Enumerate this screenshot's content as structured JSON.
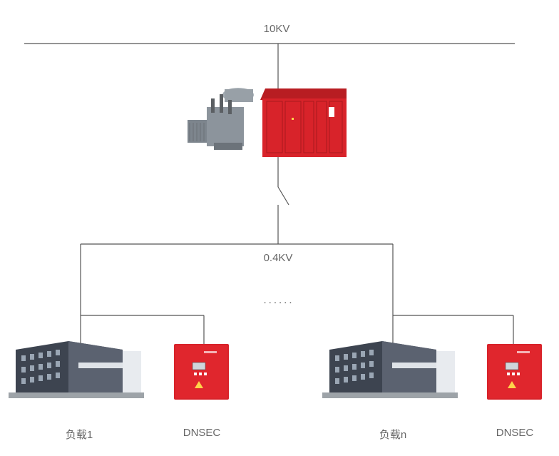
{
  "bus": {
    "hv_label": "10KV",
    "lv_label": "0.4KV"
  },
  "ellipsis": "......",
  "loads": [
    {
      "label": "负载1"
    },
    {
      "label": "负载n"
    }
  ],
  "devices": [
    {
      "label": "DNSEC"
    },
    {
      "label": "DNSEC"
    }
  ],
  "colors": {
    "line": "#5a5a5a",
    "cabinet_red": "#d8232a",
    "transformer_gray": "#8a9199"
  }
}
